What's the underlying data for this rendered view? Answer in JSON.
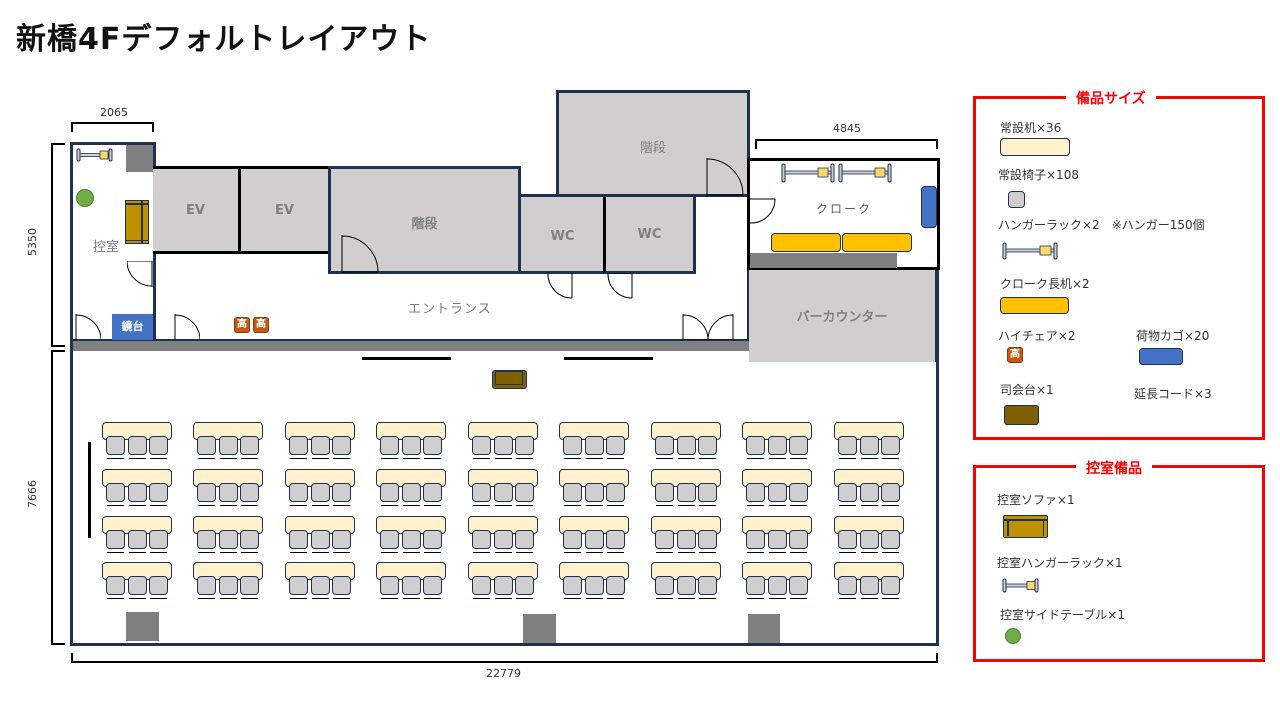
{
  "title": "新橋4Fデフォルトレイアウト",
  "dimensions": {
    "lounge_width": "2065",
    "lounge_height": "5350",
    "hall_height": "7666",
    "total_width": "22779",
    "cloak_width": "4845"
  },
  "rooms": {
    "lounge": "控室",
    "mirror_stand": "鏡台",
    "ev1": "EV",
    "ev2": "EV",
    "stairs1": "階段",
    "stairs2": "階段",
    "wc1": "WC",
    "wc2": "WC",
    "entrance": "エントランス",
    "cloak": "クローク",
    "bar_counter": "バーカウンター"
  },
  "high_chair_glyph": "高",
  "seating": {
    "columns": 9,
    "rows": 4,
    "chairs_per_table": 3
  },
  "legend_equipment": {
    "title": "備品サイズ",
    "items": [
      {
        "label": "常設机×36",
        "swatch": "#fff2cc"
      },
      {
        "label": "常設椅子×108",
        "swatch": "#d0cece"
      },
      {
        "label": "ハンガーラック×2　※ハンガー150個",
        "swatch": "rack"
      },
      {
        "label": "クローク長机×2",
        "swatch": "#ffc000"
      },
      {
        "label": "ハイチェア×2",
        "swatch": "#c55a11"
      },
      {
        "label": "荷物カゴ×20",
        "swatch": "#4472c4"
      },
      {
        "label": "司会台×1",
        "swatch": "#7f6000"
      },
      {
        "label": "延長コード×3",
        "swatch": ""
      }
    ]
  },
  "legend_lounge": {
    "title": "控室備品",
    "items": [
      {
        "label": "控室ソファ×1",
        "swatch": "#bf9000"
      },
      {
        "label": "控室ハンガーラック×1",
        "swatch": "rack"
      },
      {
        "label": "控室サイドテーブル×1",
        "swatch": "#70ad47"
      }
    ]
  },
  "colors": {
    "wall": "#1f3050",
    "room_fill": "#d0cece",
    "legend_border": "#ff0000",
    "desk": "#fff2cc",
    "cloak_desk": "#ffc000",
    "basket": "#4472c4",
    "podium": "#7f6000",
    "sofa": "#bf9000",
    "side_table": "#70ad47",
    "high_chair": "#c55a11",
    "pillar": "#808080"
  }
}
